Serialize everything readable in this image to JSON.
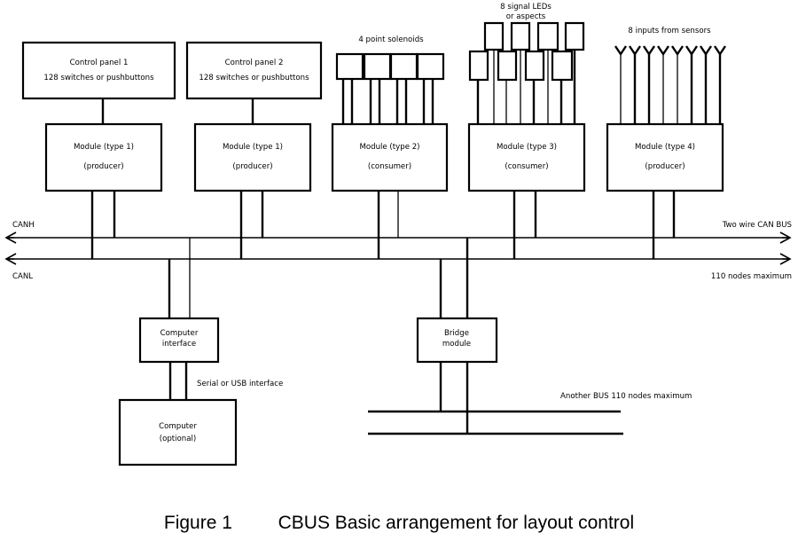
{
  "figure": {
    "number": "Figure 1",
    "title": "CBUS  Basic arrangement for layout control"
  },
  "nodes": {
    "control_panel_1": {
      "line1": "Control panel 1",
      "line2": "128 switches or pushbuttons"
    },
    "control_panel_2": {
      "line1": "Control panel 2",
      "line2": "128 switches or pushbuttons"
    },
    "module_type_1a": {
      "line1": "Module (type 1)",
      "line2": "(producer)"
    },
    "module_type_1b": {
      "line1": "Module (type 1)",
      "line2": "(producer)"
    },
    "module_type_2": {
      "line1": "Module (type 2)",
      "line2": "(consumer)"
    },
    "module_type_3": {
      "line1": "Module (type 3)",
      "line2": "(consumer)"
    },
    "module_type_4": {
      "line1": "Module (type 4)",
      "line2": "(producer)"
    },
    "computer_interface": {
      "line1": "Computer",
      "line2": "interface"
    },
    "computer": {
      "line1": "Computer",
      "line2": "(optional)"
    },
    "bridge_module": {
      "line1": "Bridge",
      "line2": "module"
    }
  },
  "peripherals": {
    "solenoids_label": "4 point solenoids",
    "leds_label_line1": "8 signal LEDs",
    "leds_label_line2": "or aspects",
    "sensors_label": "8 inputs from sensors",
    "solenoid_count": 4,
    "led_count": 8,
    "sensor_count": 8
  },
  "bus": {
    "canh_label": "CANH",
    "canl_label": "CANL",
    "right_label_top": "Two wire CAN BUS",
    "right_label_bottom": "110 nodes maximum",
    "second_bus_label": "Another BUS 110 nodes maximum",
    "serial_label": "Serial or USB interface"
  },
  "colors": {
    "ink": "#000000",
    "paper": "#ffffff"
  }
}
